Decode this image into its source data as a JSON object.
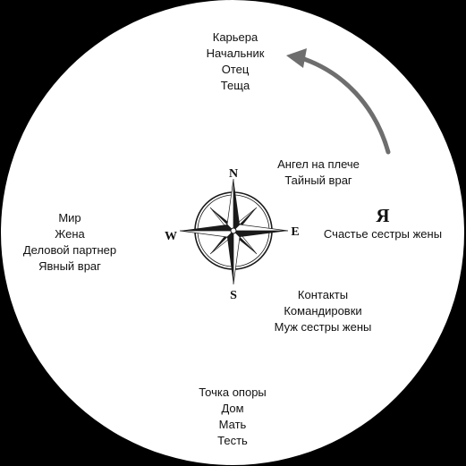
{
  "compass": {
    "north": "N",
    "south": "S",
    "east": "E",
    "west": "W"
  },
  "groups": {
    "top": [
      "Карьера",
      "Начальник",
      "Отец",
      "Теща"
    ],
    "upper_right": [
      "Ангел на плече",
      "Тайный враг"
    ],
    "right_self": "Я",
    "right_self_caption": "Счастье сестры жены",
    "left": [
      "Мир",
      "Жена",
      "Деловой партнер",
      "Явный враг"
    ],
    "lower_right": [
      "Контакты",
      "Командировки",
      "Муж сестры жены"
    ],
    "bottom": [
      "Точка опоры",
      "Дом",
      "Мать",
      "Тесть"
    ]
  },
  "colors": {
    "background": "#000000",
    "disc": "#ffffff",
    "text": "#111111",
    "arrow": "#6e6e6e",
    "rose_dark": "#1a1a1a"
  }
}
